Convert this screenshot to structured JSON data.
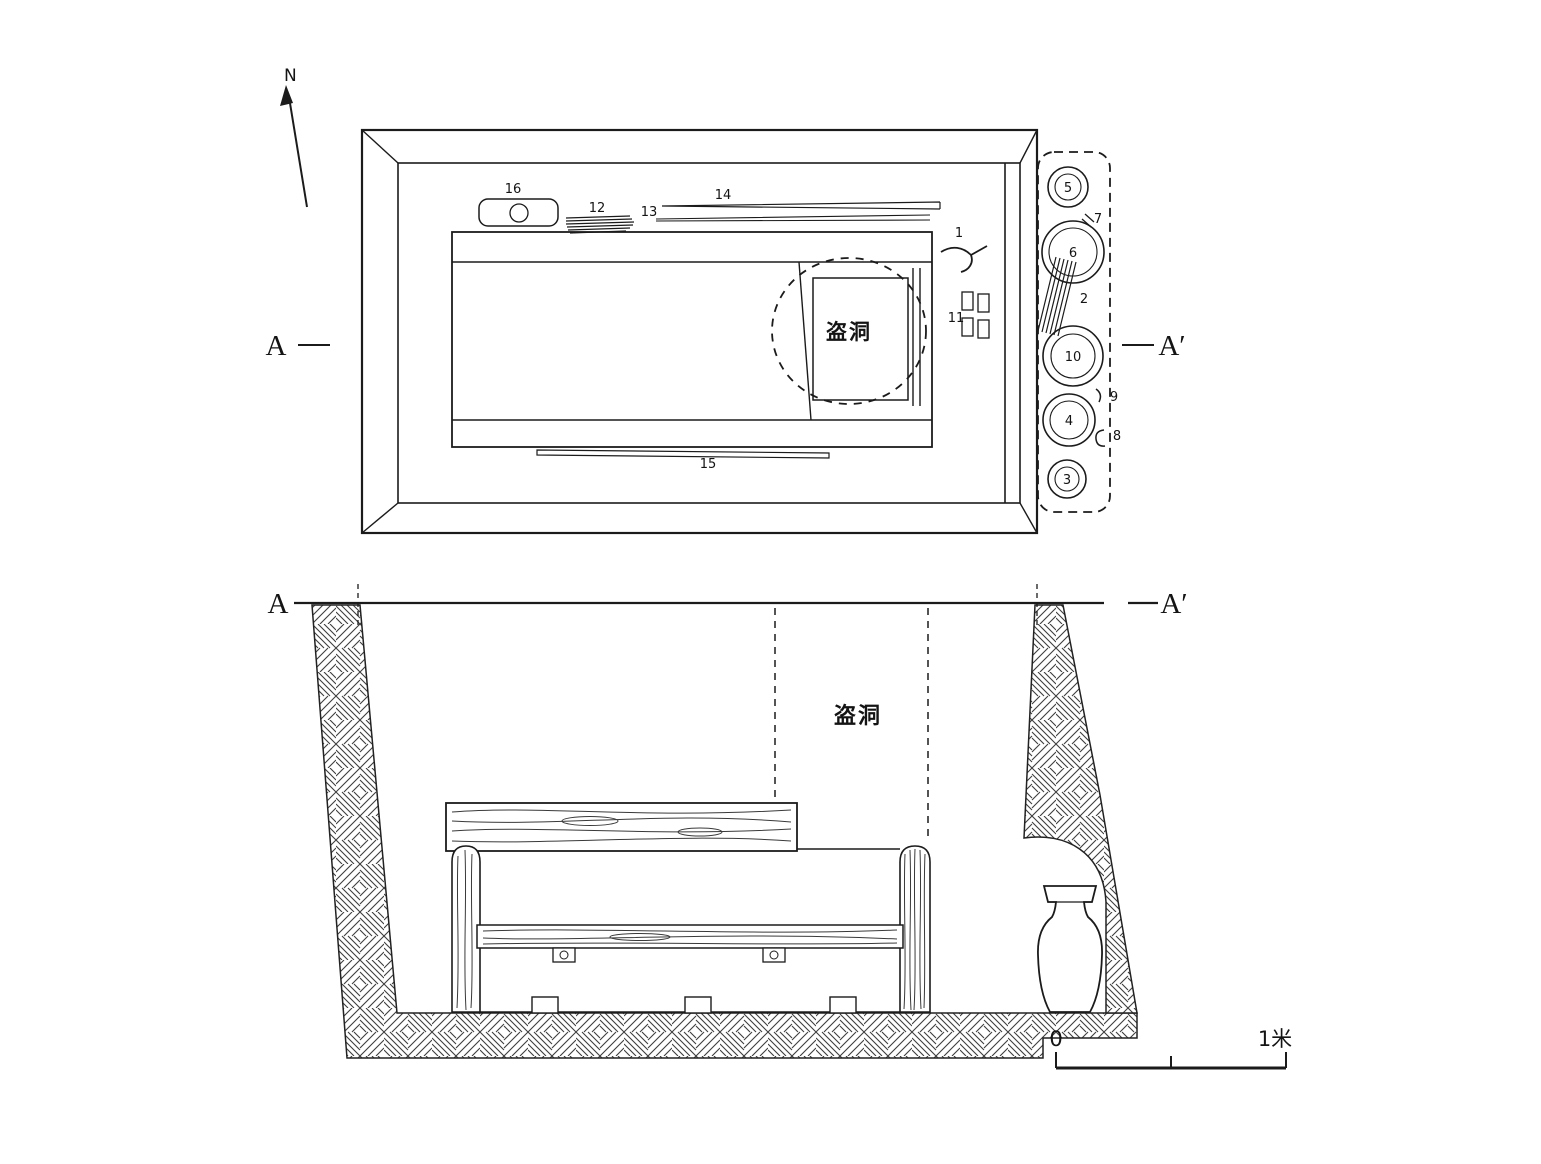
{
  "compass": {
    "north_label": "N"
  },
  "plan": {
    "section_left": "A",
    "section_right": "A′",
    "robber_hole": "盗洞",
    "nums": {
      "n1": "1",
      "n2": "2",
      "n3": "3",
      "n4": "4",
      "n5": "5",
      "n6": "6",
      "n7": "7",
      "n8": "8",
      "n9": "9",
      "n10": "10",
      "n11": "11",
      "n12": "12",
      "n13": "13",
      "n14": "14",
      "n15": "15",
      "n16": "16"
    }
  },
  "section": {
    "section_left": "A",
    "section_right": "A′",
    "robber_hole": "盗洞"
  },
  "scale_bar": {
    "zero": "0",
    "max": "1米"
  }
}
